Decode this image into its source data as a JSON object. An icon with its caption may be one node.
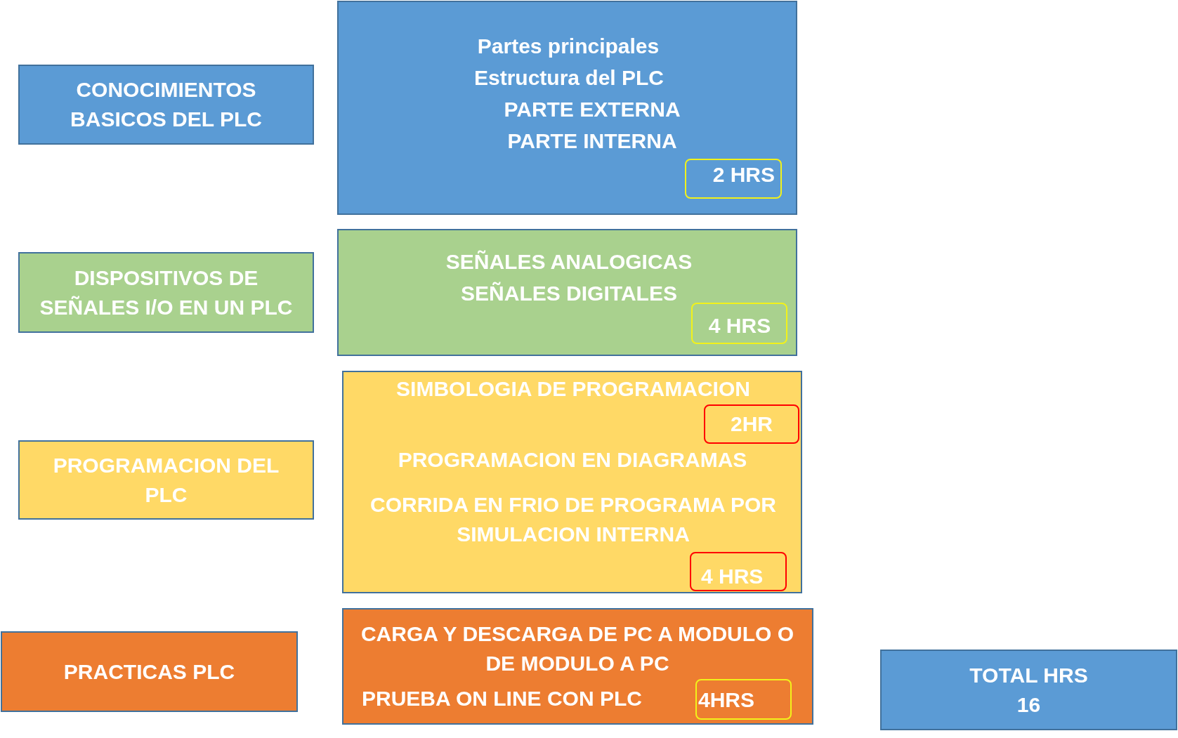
{
  "diagram": {
    "nodes": [
      {
        "text": [
          "CONOCIMIENTOS BASICOS DEL PLC"
        ]
      },
      {
        "text": [
          "Partes principales",
          "Estructura del PLC",
          "PARTE EXTERNA",
          "PARTE INTERNA"
        ]
      },
      {
        "text": [
          "2 HRS"
        ],
        "in": 1
      },
      {
        "text": [
          "DISPOSITIVOS DE SEÑALES I/O EN UN PLC"
        ]
      },
      {
        "text": [
          "SEÑALES ANALOGICAS",
          "SEÑALES DIGITALES"
        ]
      },
      {
        "text": [
          "4 HRS"
        ],
        "in": 4
      },
      {
        "text": [
          "PROGRAMACION DEL PLC"
        ]
      },
      {
        "text": [
          "SIMBOLOGIA DE PROGRAMACION",
          "PROGRAMACION EN DIAGRAMAS",
          "CORRIDA EN FRIO DE PROGRAMA POR SIMULACION INTERNA"
        ]
      },
      {
        "text": [
          "2HR"
        ],
        "in": 7
      },
      {
        "text": [
          "4 HRS"
        ],
        "in": 7
      },
      {
        "text": [
          "PRACTICAS PLC"
        ]
      },
      {
        "text": [
          "CARGA Y DESCARGA DE PC A MODULO O DE MODULO A PC",
          "PRUEBA ON LINE CON PLC"
        ]
      },
      {
        "text": [
          "4HRS"
        ],
        "in": 11
      },
      {
        "text": [
          "TOTAL HRS",
          "16"
        ]
      }
    ]
  }
}
